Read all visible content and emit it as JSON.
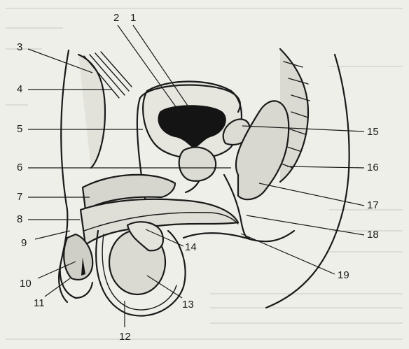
{
  "figure": {
    "labels": [
      {
        "id": "label-1",
        "text": "1"
      },
      {
        "id": "label-2",
        "text": "2"
      },
      {
        "id": "label-3",
        "text": "3"
      },
      {
        "id": "label-4",
        "text": "4"
      },
      {
        "id": "label-5",
        "text": "5"
      },
      {
        "id": "label-6",
        "text": "6"
      },
      {
        "id": "label-7",
        "text": "7"
      },
      {
        "id": "label-8",
        "text": "8"
      },
      {
        "id": "label-9",
        "text": "9"
      },
      {
        "id": "label-10",
        "text": "10"
      },
      {
        "id": "label-11",
        "text": "11"
      },
      {
        "id": "label-12",
        "text": "12"
      },
      {
        "id": "label-13",
        "text": "13"
      },
      {
        "id": "label-14",
        "text": "14"
      },
      {
        "id": "label-15",
        "text": "15"
      },
      {
        "id": "label-16",
        "text": "16"
      },
      {
        "id": "label-17",
        "text": "17"
      },
      {
        "id": "label-18",
        "text": "18"
      },
      {
        "id": "label-19",
        "text": "19"
      }
    ]
  },
  "colors": {
    "paper": "#efefea",
    "ink": "#1a1a1a",
    "tissue": "#d9d9d2",
    "show_through_text": "#c9c9c2"
  }
}
